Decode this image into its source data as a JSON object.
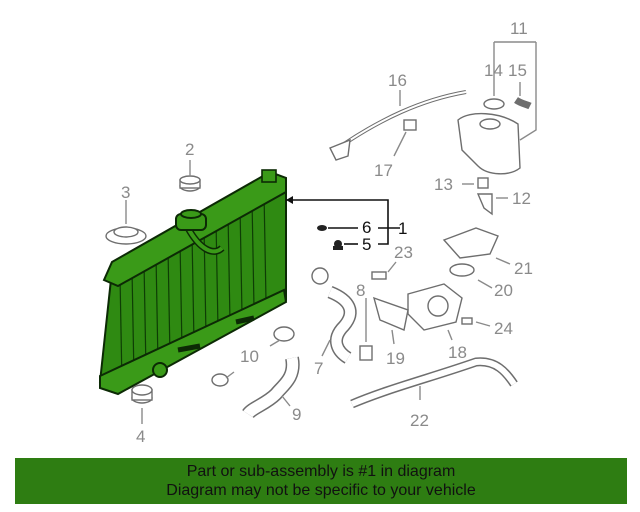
{
  "callouts": {
    "c1": "1",
    "c2": "2",
    "c3": "3",
    "c4": "4",
    "c5": "5",
    "c6": "6",
    "c7": "7",
    "c8": "8",
    "c9": "9",
    "c10": "10",
    "c11": "11",
    "c12": "12",
    "c13": "13",
    "c14": "14",
    "c15": "15",
    "c16": "16",
    "c17": "17",
    "c18": "18",
    "c19": "19",
    "c20": "20",
    "c21": "21",
    "c22": "22",
    "c23": "23",
    "c24": "24"
  },
  "banner": {
    "line1": "Part or sub-assembly is #1 in diagram",
    "line2": "Diagram may not be specific to your vehicle"
  },
  "colors": {
    "highlight": "#2e7d12",
    "radiator": "#2f8a12",
    "callout_gray": "#8a8a8a"
  }
}
